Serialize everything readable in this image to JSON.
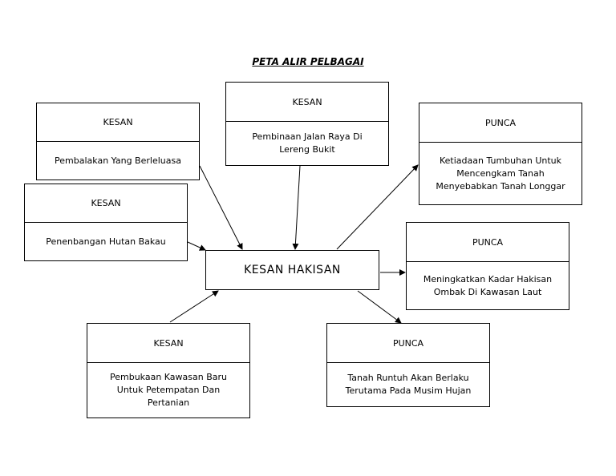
{
  "title": "PETA ALIR PELBAGAI",
  "center": {
    "label": "KESAN HAKISAN"
  },
  "boxes": [
    {
      "id": "b1",
      "head": "KESAN",
      "lines": [
        "Pembalakan Yang Berleluasa"
      ]
    },
    {
      "id": "b2",
      "head": "KESAN",
      "lines": [
        "Pembinaan Jalan Raya Di",
        "Lereng Bukit"
      ]
    },
    {
      "id": "b3",
      "head": "PUNCA",
      "lines": [
        "Ketiadaan Tumbuhan Untuk",
        "Mencengkam Tanah",
        "Menyebabkan Tanah Longgar"
      ]
    },
    {
      "id": "b4",
      "head": "KESAN",
      "lines": [
        "Penenbangan Hutan Bakau"
      ]
    },
    {
      "id": "b5",
      "head": "PUNCA",
      "lines": [
        "Meningkatkan Kadar Hakisan",
        "Ombak Di Kawasan Laut"
      ]
    },
    {
      "id": "b6",
      "head": "KESAN",
      "lines": [
        "Pembukaan Kawasan Baru",
        "Untuk Petempatan Dan",
        "Pertanian"
      ]
    },
    {
      "id": "b7",
      "head": "PUNCA",
      "lines": [
        "Tanah Runtuh Akan Berlaku",
        "Terutama Pada Musim Hujan"
      ]
    }
  ]
}
